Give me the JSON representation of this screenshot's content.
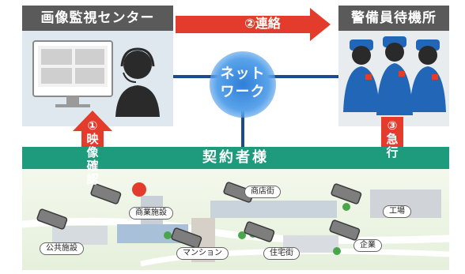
{
  "nodes": {
    "monitoring_center": "画像監視センター",
    "guard_room": "警備員待機所",
    "network": [
      "ネット",
      "ワーク"
    ],
    "contract": "契約者様"
  },
  "steps": {
    "step1": [
      "①",
      "映",
      "像",
      "確",
      "認"
    ],
    "step2": "②連絡",
    "step3": [
      "③",
      "急",
      "行"
    ]
  },
  "places": {
    "shopping_street": "商店街",
    "commercial": "商業施設",
    "factory": "工場",
    "public": "公共施設",
    "mansion": "マンション",
    "residential": "住宅街",
    "company": "企業"
  },
  "colors": {
    "header_bg": "#5a5a5a",
    "arrow_red": "#e43c2c",
    "network_line": "#1c4c8c",
    "contract_green": "#1e9a7c",
    "guard_uniform": "#2266b8"
  }
}
